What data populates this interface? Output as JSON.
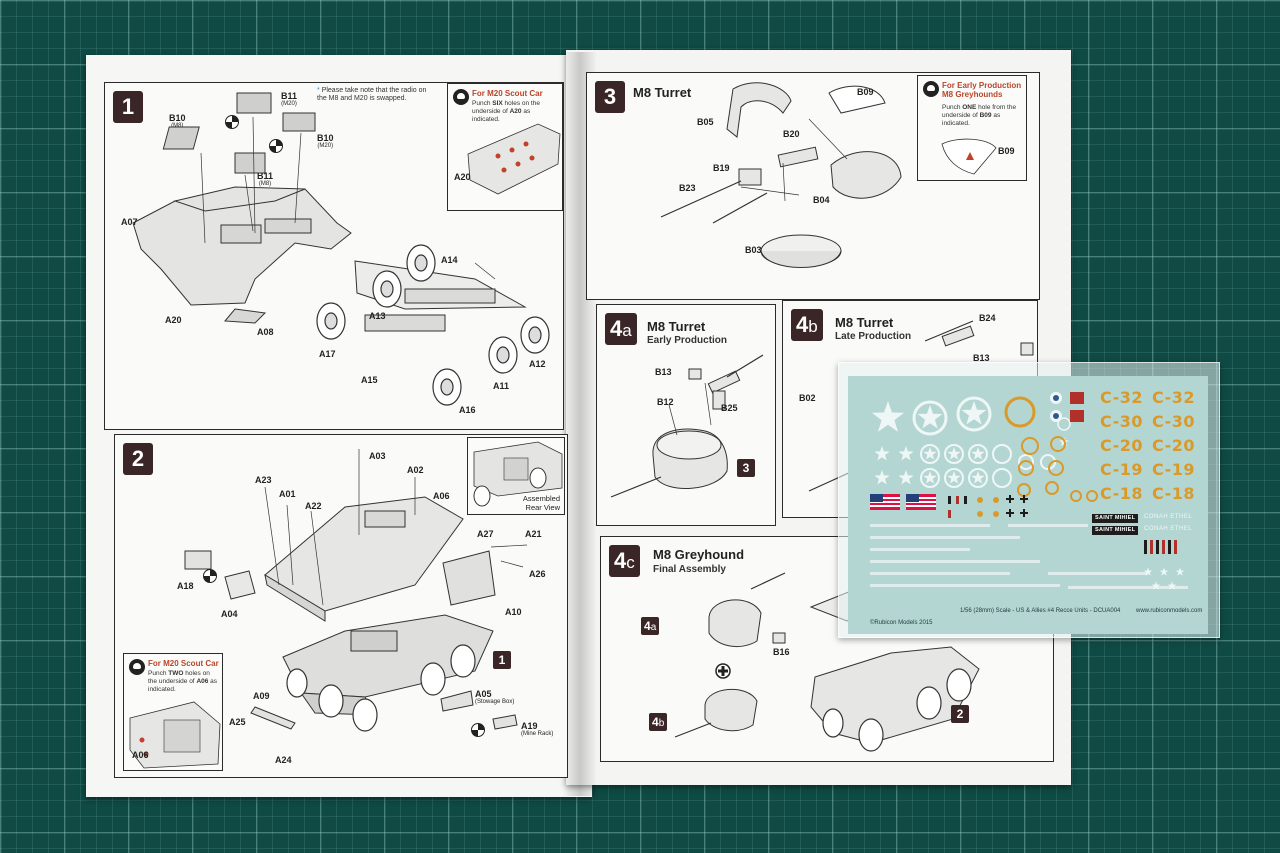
{
  "step1": {
    "number": "1",
    "note": "Please take note that the radio on the M8 and M20 is swapped.",
    "callout_title": "For M20 Scout Car",
    "callout_text_pre": "Punch ",
    "callout_strong": "SIX",
    "callout_text_mid": " holes on the underside of ",
    "callout_part": "A20",
    "callout_text_post": " as indicated.",
    "callout_label": "A20",
    "labels": {
      "B10a": "B10",
      "B10a_sub": "(M8)",
      "B11a": "B11",
      "B11a_sub": "(M20)",
      "B10b": "B10",
      "B10b_sub": "(M20)",
      "B11b": "B11",
      "B11b_sub": "(M8)",
      "A07": "A07",
      "A20": "A20",
      "A08": "A08",
      "A14": "A14",
      "A13": "A13",
      "A17": "A17",
      "A15": "A15",
      "A12": "A12",
      "A11": "A11",
      "A16": "A16"
    }
  },
  "step2": {
    "number": "2",
    "assembled_label_line1": "Assembled",
    "assembled_label_line2": "Rear View",
    "callout_title": "For M20 Scout Car",
    "callout_text_pre": "Punch ",
    "callout_strong": "TWO",
    "callout_text_mid": " holes on the underside of ",
    "callout_part": "A06",
    "callout_text_post": " as indicated.",
    "callout_label": "A06",
    "ref_step": "1",
    "labels": {
      "A03": "A03",
      "A02": "A02",
      "A23": "A23",
      "A01": "A01",
      "A22": "A22",
      "A06": "A06",
      "A27": "A27",
      "A21": "A21",
      "A18": "A18",
      "A26": "A26",
      "A04": "A04",
      "A10": "A10",
      "A09": "A09",
      "A05": "A05",
      "A05_sub": "(Stowage Box)",
      "A25": "A25",
      "A24": "A24",
      "A19": "A19",
      "A19_sub": "(Mine Rack)"
    }
  },
  "step3": {
    "number": "3",
    "title": "M8 Turret",
    "callout_title_line1": "For Early Production",
    "callout_title_line2": "M8 Greyhounds",
    "callout_text_pre": "Punch ",
    "callout_strong": "ONE",
    "callout_text_mid": " hole from the underside of ",
    "callout_part": "B09",
    "callout_text_post": " as indicated.",
    "callout_label": "B09",
    "labels": {
      "B09": "B09",
      "B05": "B05",
      "B20": "B20",
      "B19": "B19",
      "B23": "B23",
      "B04": "B04",
      "B03": "B03"
    }
  },
  "step4a": {
    "number": "4",
    "letter": "a",
    "title": "M8 Turret",
    "subtitle": "Early Production",
    "ref_step": "3",
    "labels": {
      "B13": "B13",
      "B12": "B12",
      "B25": "B25"
    }
  },
  "step4b": {
    "number": "4",
    "letter": "b",
    "title": "M8 Turret",
    "subtitle": "Late Production",
    "labels": {
      "B24": "B24",
      "B13": "B13",
      "B02": "B02"
    }
  },
  "step4c": {
    "number": "4",
    "letter": "c",
    "title": "M8 Greyhound",
    "subtitle": "Final Assembly",
    "ref_4a_num": "4",
    "ref_4a_letter": "a",
    "ref_4b_num": "4",
    "ref_4b_letter": "b",
    "ref_step": "2",
    "labels": {
      "B16": "B16"
    }
  },
  "decals": {
    "codes_left": [
      "C-32",
      "C-30",
      "C-20",
      "C-19",
      "C-18"
    ],
    "codes_right": [
      "C-32",
      "C-30",
      "C-20",
      "C-19",
      "C-18"
    ],
    "name_bar_1": "SAINT MIHIEL",
    "name_bar_2": "SAINT MIHIEL",
    "white_names_1": "CONAH  ETHEL",
    "white_names_2": "CONAH  ETHEL",
    "copyright": "©Rubicon Models 2015",
    "scale_text": "1/56 (28mm) Scale - US & Allies #4 Recce Units - DCUA004",
    "website": "www.rubiconmodels.com",
    "colors": {
      "sheet": "#b4d6d3",
      "code": "#d99a2a",
      "star": "#eef7f6"
    }
  }
}
